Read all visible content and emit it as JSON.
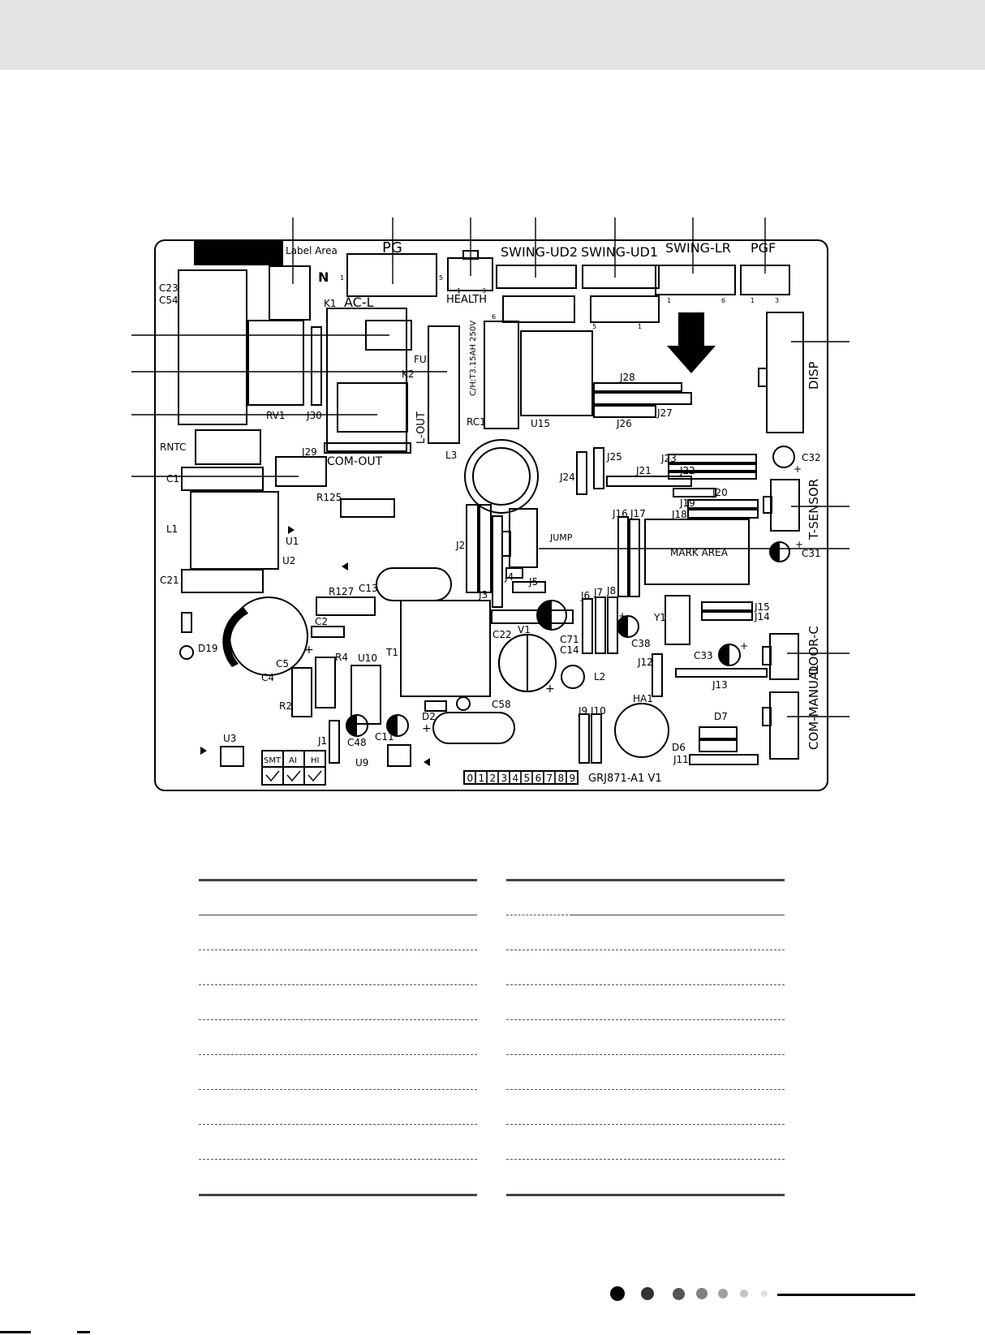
{
  "board": {
    "outline_color": "#000000",
    "labels": {
      "label_area": "Label Area",
      "n": "N",
      "pg": "PG",
      "health": "HEALTH",
      "swing_ud2": "SWING-UD2",
      "swing_ud1": "SWING-UD1",
      "swing_lr": "SWING-LR",
      "pgf": "PGF",
      "ac_l": "AC-L",
      "k1": "K1",
      "k2": "K2",
      "fu": "FU",
      "fuse_rating": "C/H:T3.15AH 250V",
      "rc1": "RC1",
      "u15": "U15",
      "l_out": "L-OUT",
      "com_out": "COM-OUT",
      "rv1": "RV1",
      "j30": "J30",
      "j29": "J29",
      "c23": "C23",
      "c54": "C54",
      "rntc": "RNTC",
      "c1": "C1",
      "l1": "L1",
      "u1": "U1",
      "u2": "U2",
      "c21": "C21",
      "r125": "R125",
      "l3": "L3",
      "j24": "J24",
      "j25": "J25",
      "j21": "J21",
      "j22": "J22",
      "j23": "J23",
      "j20": "J20",
      "j19": "J19",
      "j18": "J18",
      "j16": "J16",
      "j17": "J17",
      "j28": "J28",
      "j27": "J27",
      "j26": "J26",
      "disp": "DISP",
      "c32": "C32",
      "t_sensor": "T-SENSOR",
      "c31": "C31",
      "mark_area": "MARK AREA",
      "jump": "JUMP",
      "j2": "J2",
      "j3": "J3",
      "j4": "J4",
      "j5": "J5",
      "c13": "C13",
      "r127": "R127",
      "c2": "C2",
      "d19": "D19",
      "c5": "C5",
      "c4": "C4",
      "r4": "R4",
      "r2": "R2",
      "u10": "U10",
      "t1": "T1",
      "c22": "C22",
      "v1": "V1",
      "c71": "C71",
      "c14": "C14",
      "l2": "L2",
      "j6": "J6",
      "j7": "J7",
      "j8": "J8",
      "c38": "C38",
      "y1": "Y1",
      "j15": "J15",
      "j14": "J14",
      "c33": "C33",
      "j13": "J13",
      "j12": "J12",
      "door_c": "DOOR-C",
      "com_manual": "COM-MANUAL",
      "d2": "D2",
      "c58": "C58",
      "c11": "C11",
      "c48": "C48",
      "j1": "J1",
      "u3": "U3",
      "u9": "U9",
      "smt": "SMT",
      "ai": "AI",
      "hi": "HI",
      "j9": "J9",
      "j10": "J10",
      "ha1": "HA1",
      "d7": "D7",
      "d6": "D6",
      "j11": "J11",
      "digits": [
        "0",
        "1",
        "2",
        "3",
        "4",
        "5",
        "6",
        "7",
        "8",
        "9"
      ],
      "model": "GRJ871-A1 V1"
    },
    "pin_marks": {
      "pg_left": "1",
      "pg_right": "5",
      "health_left": "1",
      "health_right": "3",
      "ud2_bottom": "6",
      "ud1_left": "5",
      "ud1_right": "1",
      "lr_left": "1",
      "lr_right": "6",
      "pgf_left": "1",
      "pgf_right": "3",
      "plus": "+"
    }
  },
  "footer": {
    "dot_colors": [
      "#000000",
      "#333333",
      "#555555",
      "#808080",
      "#a0a0a0",
      "#c4c4c4",
      "#e0e0e0"
    ]
  }
}
